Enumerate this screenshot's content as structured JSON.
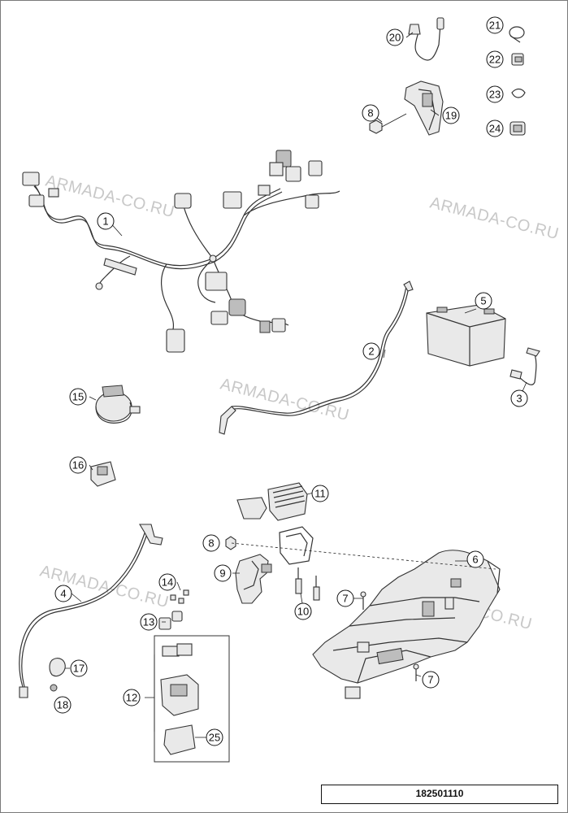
{
  "watermarks": [
    "ARMADA-CO.RU",
    "ARMADA-CO.RU",
    "ARMADA-CO.RU",
    "ARMADA-CO.RU",
    "ARMADA-CO.RU"
  ],
  "callouts": [
    "1",
    "2",
    "3",
    "4",
    "5",
    "6",
    "7",
    "7",
    "8",
    "8",
    "9",
    "10",
    "11",
    "12",
    "13",
    "14",
    "15",
    "16",
    "17",
    "18",
    "19",
    "20",
    "21",
    "22",
    "23",
    "24",
    "25"
  ],
  "drawing_number": "182501110"
}
